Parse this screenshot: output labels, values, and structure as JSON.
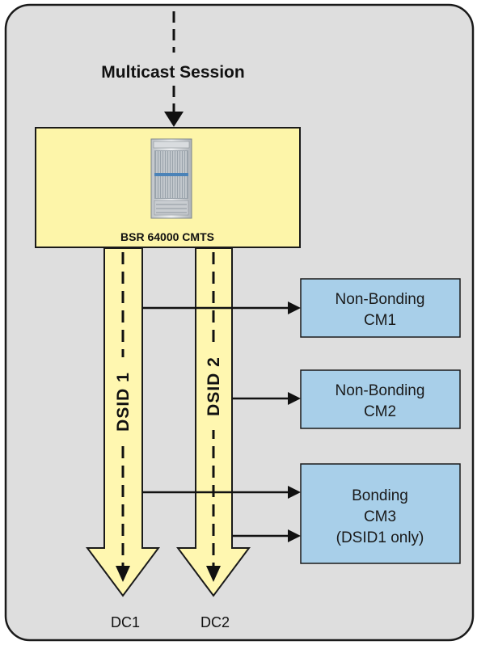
{
  "session": {
    "label": "Multicast Session"
  },
  "cmts": {
    "label": "BSR 64000 CMTS"
  },
  "channels": [
    {
      "dsid_label": "DSID 1",
      "dc_label": "DC1"
    },
    {
      "dsid_label": "DSID 2",
      "dc_label": "DC2"
    }
  ],
  "cable_modems": [
    {
      "line1": "Non-Bonding",
      "line2": "CM1",
      "line3": ""
    },
    {
      "line1": "Non-Bonding",
      "line2": "CM2",
      "line3": ""
    },
    {
      "line1": "Bonding",
      "line2": "CM3",
      "line3": "(DSID1 only)"
    }
  ],
  "colors": {
    "panel_fill": "#dedede",
    "panel_stroke": "#1a1a1a",
    "cmts_fill": "#fdf5a9",
    "arrow_fill": "#fff7b0",
    "cm_fill": "#a8cfe9",
    "line": "#111111"
  },
  "icons": {
    "cmts": "server-rack-icon"
  }
}
